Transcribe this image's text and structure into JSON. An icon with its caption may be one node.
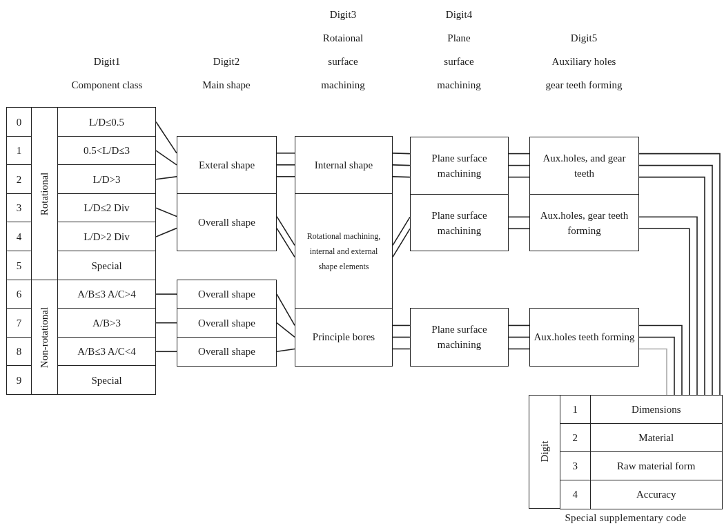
{
  "diagram": {
    "nodes": [
      {
        "text": [
          "0"
        ]
      },
      {
        "text": [
          "1"
        ]
      },
      {
        "text": [
          "2"
        ]
      },
      {
        "text": [
          "3"
        ]
      },
      {
        "text": [
          "4"
        ]
      },
      {
        "text": [
          "5"
        ]
      },
      {
        "text": [
          "6"
        ]
      },
      {
        "text": [
          "7"
        ]
      },
      {
        "text": [
          "8"
        ]
      },
      {
        "text": [
          "9"
        ]
      },
      {
        "text": [
          "Rotational"
        ]
      },
      {
        "text": [
          "Non-rotational"
        ]
      },
      {
        "text": [
          "L/D≤0.5"
        ]
      },
      {
        "text": [
          "0.5<L/D≤3"
        ]
      },
      {
        "text": [
          "L/D>3"
        ]
      },
      {
        "text": [
          "L/D≤2 Div"
        ]
      },
      {
        "text": [
          "L/D>2 Div"
        ]
      },
      {
        "text": [
          "Special"
        ]
      },
      {
        "text": [
          "A/B≤3 A/C>4"
        ]
      },
      {
        "text": [
          "A/B>3"
        ]
      },
      {
        "text": [
          "A/B≤3 A/C<4"
        ]
      },
      {
        "text": [
          "Special"
        ]
      },
      {
        "text": [
          "Exteral shape"
        ]
      },
      {
        "text": [
          "Overall shape"
        ]
      },
      {
        "text": [
          "Overall shape"
        ]
      },
      {
        "text": [
          "Overall shape"
        ]
      },
      {
        "text": [
          "Overall shape"
        ]
      },
      {
        "text": [
          "Internal shape"
        ]
      },
      {
        "text": [
          "Rotational machining, internal and external shape elements"
        ]
      },
      {
        "text": [
          "Principle bores"
        ]
      },
      {
        "text": [
          "Plane surface machining"
        ]
      },
      {
        "text": [
          "Plane surface machining"
        ]
      },
      {
        "text": [
          "Plane surface machining"
        ]
      },
      {
        "text": [
          "Aux.holes, and gear teeth"
        ]
      },
      {
        "text": [
          "Aux.holes, gear teeth forming"
        ]
      },
      {
        "text": [
          "Aux.holes teeth forming"
        ]
      },
      {
        "text": [
          "Special supplementary code"
        ]
      },
      {
        "text": [
          "Digit"
        ],
        "in": 36
      },
      {
        "text": [
          "1"
        ],
        "in": 36
      },
      {
        "text": [
          "2"
        ],
        "in": 36
      },
      {
        "text": [
          "3"
        ],
        "in": 36
      },
      {
        "text": [
          "4"
        ],
        "in": 36
      },
      {
        "text": [
          "Dimensions"
        ],
        "in": 36
      },
      {
        "text": [
          "Material"
        ],
        "in": 36
      },
      {
        "text": [
          "Raw material form"
        ],
        "in": 36
      },
      {
        "text": [
          "Accuracy"
        ],
        "in": 36
      }
    ],
    "edges": [
      {
        "from": 12,
        "to": 22,
        "arrow": "none"
      },
      {
        "from": 13,
        "to": 22,
        "arrow": "none"
      },
      {
        "from": 14,
        "to": 22,
        "arrow": "none"
      },
      {
        "from": 15,
        "to": 23,
        "arrow": "none"
      },
      {
        "from": 16,
        "to": 23,
        "arrow": "none"
      },
      {
        "from": 18,
        "to": 24,
        "arrow": "none"
      },
      {
        "from": 19,
        "to": 25,
        "arrow": "none"
      },
      {
        "from": 20,
        "to": 26,
        "arrow": "none"
      },
      {
        "from": 22,
        "to": 27,
        "arrow": "none"
      },
      {
        "from": 22,
        "to": 27,
        "arrow": "none"
      },
      {
        "from": 22,
        "to": 27,
        "arrow": "none"
      },
      {
        "from": 23,
        "to": 28,
        "arrow": "none"
      },
      {
        "from": 23,
        "to": 28,
        "arrow": "none"
      },
      {
        "from": 24,
        "to": 29,
        "arrow": "none"
      },
      {
        "from": 25,
        "to": 29,
        "arrow": "none"
      },
      {
        "from": 26,
        "to": 29,
        "arrow": "none"
      },
      {
        "from": 27,
        "to": 30,
        "arrow": "none"
      },
      {
        "from": 27,
        "to": 30,
        "arrow": "none"
      },
      {
        "from": 27,
        "to": 30,
        "arrow": "none"
      },
      {
        "from": 28,
        "to": 31,
        "arrow": "none"
      },
      {
        "from": 28,
        "to": 31,
        "arrow": "none"
      },
      {
        "from": 29,
        "to": 32,
        "arrow": "none"
      },
      {
        "from": 29,
        "to": 32,
        "arrow": "none"
      },
      {
        "from": 29,
        "to": 32,
        "arrow": "none"
      },
      {
        "from": 30,
        "to": 33,
        "arrow": "none"
      },
      {
        "from": 30,
        "to": 33,
        "arrow": "none"
      },
      {
        "from": 30,
        "to": 33,
        "arrow": "none"
      },
      {
        "from": 31,
        "to": 34,
        "arrow": "none"
      },
      {
        "from": 31,
        "to": 34,
        "arrow": "none"
      },
      {
        "from": 32,
        "to": 35,
        "arrow": "none"
      },
      {
        "from": 32,
        "to": 35,
        "arrow": "none"
      },
      {
        "from": 32,
        "to": 35,
        "arrow": "none"
      },
      {
        "from": 33,
        "to": 36,
        "arrow": "none"
      },
      {
        "from": 33,
        "to": 36,
        "arrow": "none"
      },
      {
        "from": 33,
        "to": 36,
        "arrow": "none"
      },
      {
        "from": 34,
        "to": 36,
        "arrow": "none"
      },
      {
        "from": 34,
        "to": 36,
        "arrow": "none"
      },
      {
        "from": 35,
        "to": 36,
        "arrow": "none"
      },
      {
        "from": 35,
        "to": 36,
        "arrow": "none"
      },
      {
        "from": 35,
        "to": 36,
        "arrow": "none",
        "color": "#aaaaaa"
      }
    ],
    "labels": [
      "Digit1",
      "Component class",
      "Digit2",
      "Main shape",
      "Digit3",
      "Rotaional surface machining",
      "Digit4",
      "Plane surface machining",
      "Digit5",
      "Auxiliary holes gear teeth forming"
    ]
  }
}
